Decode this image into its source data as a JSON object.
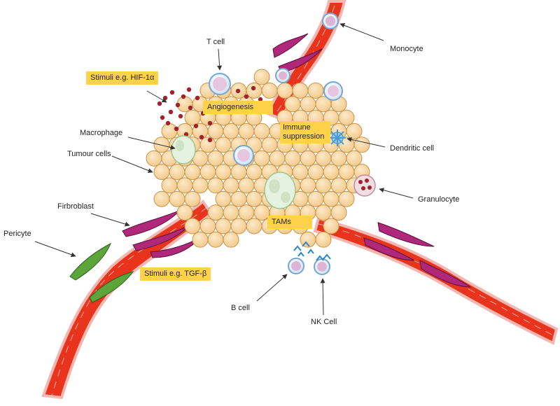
{
  "labels": {
    "t_cell": "T cell",
    "monocyte": "Monocyte",
    "macrophage": "Macrophage",
    "tumour_cells": "Tumour cells",
    "dendritic_cell": "Dendritic cell",
    "granulocyte": "Granulocyte",
    "fibroblast": "Firbroblast",
    "pericyte": "Pericyte",
    "b_cell": "B cell",
    "nk_cell": "NK Cell"
  },
  "boxes": {
    "hif": "Stimuli e.g. HIF-1α",
    "angiogenesis": "Angiogenesis",
    "immune_line1": "Immune",
    "immune_line2": "suppression",
    "tams": "TAMs",
    "tgf": "Stimuli e.g. TGF-β"
  },
  "colors": {
    "vessel": "#e8341c",
    "vessel_wall": "#f4b6b0",
    "tumour_cell": "#f9d9a6",
    "tumour_outline": "#c9954a",
    "fibroblast": "#b0287a",
    "pericyte": "#5ca53a",
    "label_box": "#ffd24a",
    "stimuli_dot": "#a3222a"
  }
}
